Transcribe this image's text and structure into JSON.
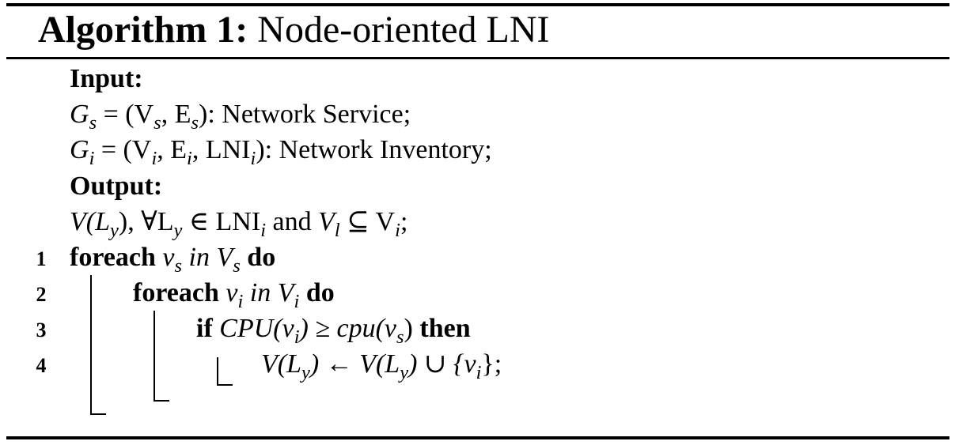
{
  "algorithm": {
    "label": "Algorithm 1:",
    "name": "Node-oriented LNI"
  },
  "input": {
    "heading": "Input:",
    "gs": {
      "lhs": "G",
      "lhs_sub": "s",
      "rhs": "= (V",
      "rhs_sub1": "s",
      "rhs_mid": ", E",
      "rhs_sub2": "s",
      "rhs_end": ")",
      "desc": ": Network Service;"
    },
    "gi": {
      "lhs": "G",
      "lhs_sub": "i",
      "rhs": "= (V",
      "rhs_sub1": "i",
      "rhs_mid": ", E",
      "rhs_sub2": "i",
      "rhs_mid2": ", LNI",
      "rhs_sub3": "i",
      "rhs_end": ")",
      "desc": ": Network Inventory;"
    }
  },
  "output": {
    "heading": "Output:",
    "expr_a": "V(L",
    "sub_a": "y",
    "expr_b": "), ∀L",
    "sub_b": "y",
    "expr_c": " ∈ LNI",
    "sub_c": "i",
    "conj": " and ",
    "expr_d": "V",
    "sub_d": "l",
    "expr_e": " ⊆ V",
    "sub_e": "i",
    "end": ";"
  },
  "steps": [
    {
      "num": "1",
      "kw": "foreach",
      "v": "v",
      "v_sub": "s",
      "in": " in ",
      "set": "V",
      "set_sub": "s",
      "do": "do"
    },
    {
      "num": "2",
      "kw": "foreach",
      "v": "v",
      "v_sub": "i",
      "in": " in ",
      "set": "V",
      "set_sub": "i",
      "do": "do"
    },
    {
      "num": "3",
      "kw": "if",
      "a": "CPU(v",
      "a_sub": "i",
      "b": ") ≥ cpu(v",
      "b_sub": "s",
      "c": ")",
      "then": "then"
    },
    {
      "num": "4",
      "a": "V(L",
      "a_sub": "y",
      "b": ") ← V(L",
      "b_sub": "y",
      "c": ") ∪ {v",
      "c_sub": "i",
      "d": "};"
    }
  ]
}
